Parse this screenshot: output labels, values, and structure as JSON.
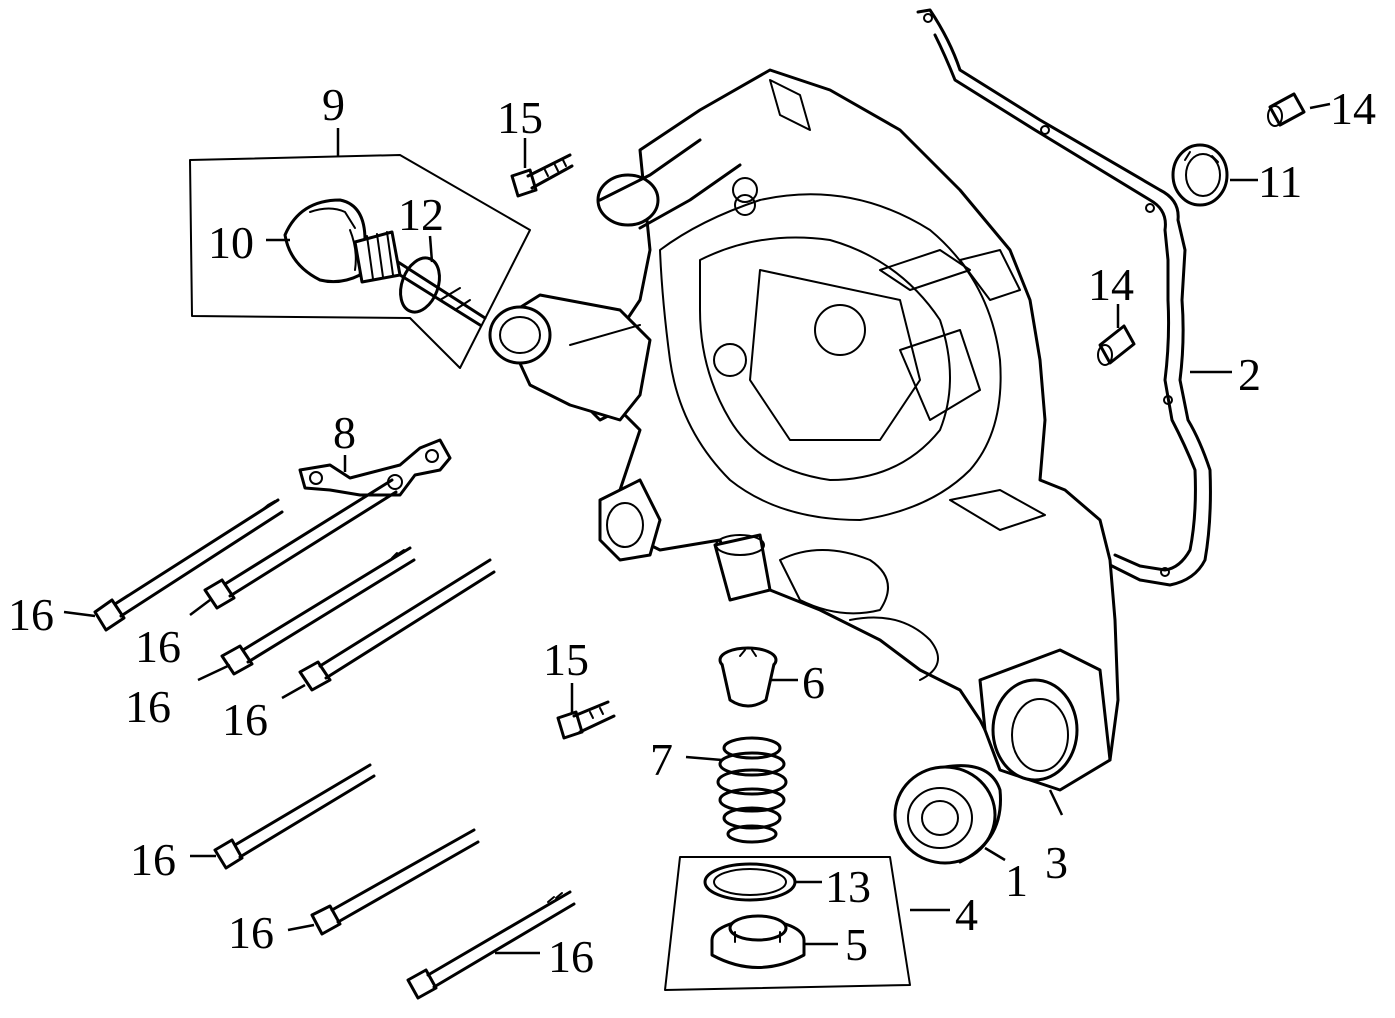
{
  "callouts": {
    "c1": "1",
    "c2": "2",
    "c3": "3",
    "c4": "4",
    "c5": "5",
    "c6": "6",
    "c7": "7",
    "c8": "8",
    "c9": "9",
    "c10": "10",
    "c11": "11",
    "c12": "12",
    "c13": "13",
    "c14a": "14",
    "c14b": "14",
    "c15a": "15",
    "c15b": "15",
    "c16a": "16",
    "c16b": "16",
    "c16c": "16",
    "c16d": "16",
    "c16e": "16",
    "c16f": "16",
    "c16g": "16"
  },
  "colors": {
    "ink": "#000000",
    "paper": "#ffffff"
  }
}
